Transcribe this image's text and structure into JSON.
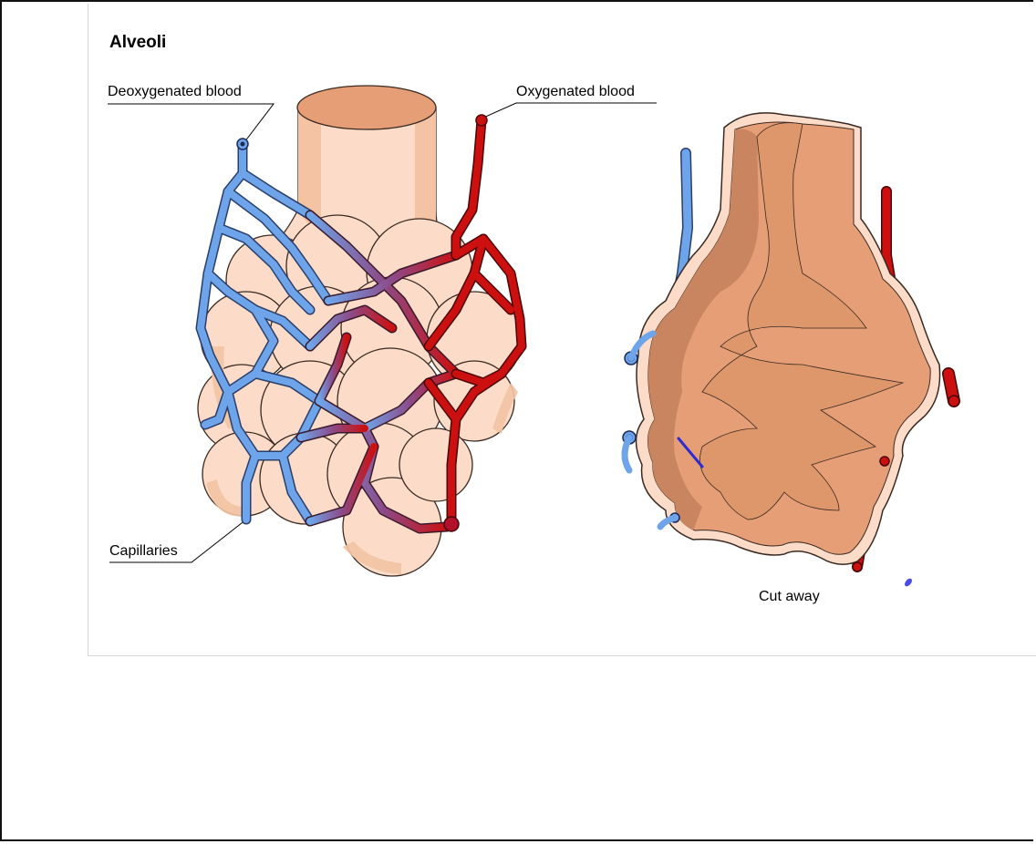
{
  "title": "Alveoli",
  "labels": {
    "deoxygenated": "Deoxygenated blood",
    "oxygenated": "Oxygenated blood",
    "capillaries": "Capillaries",
    "cut_away": "Cut away"
  },
  "colors": {
    "tissue_light": "#fcdcc8",
    "tissue_mid": "#f3c3a4",
    "tissue_dark": "#e69e76",
    "deoxygenated_vessel": "#6ea4ea",
    "oxygenated_vessel": "#cc1010",
    "mixed_vessel": "#8c4a88"
  }
}
